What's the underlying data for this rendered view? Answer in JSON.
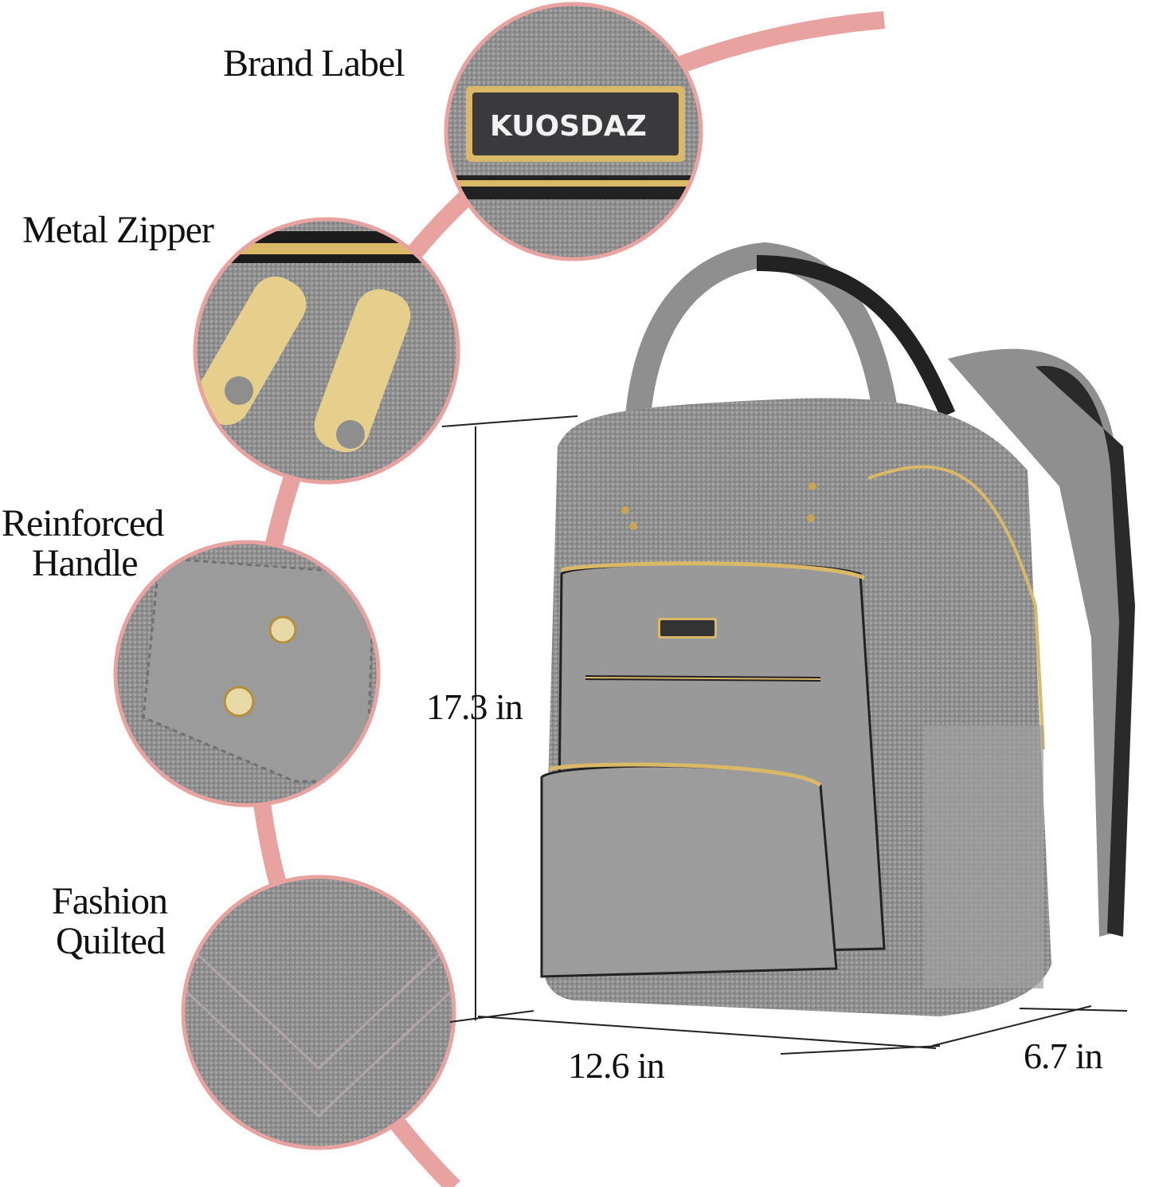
{
  "labels": {
    "brand_label": "Brand Label",
    "metal_zipper": "Metal Zipper",
    "reinforced_handle_line1": "Reinforced",
    "reinforced_handle_line2": "Handle",
    "fashion_quilted_line1": "Fashion",
    "fashion_quilted_line2": "Quilted"
  },
  "dimensions": {
    "height": "17.3 in",
    "width": "12.6 in",
    "depth": "6.7 in"
  },
  "brand": "KUOSDAZ",
  "colors": {
    "accent_arc": "#e8a2a0",
    "fabric_gray": "#9a9a9a",
    "gold": "#d9b867",
    "strap_black": "#2a2a2a"
  }
}
